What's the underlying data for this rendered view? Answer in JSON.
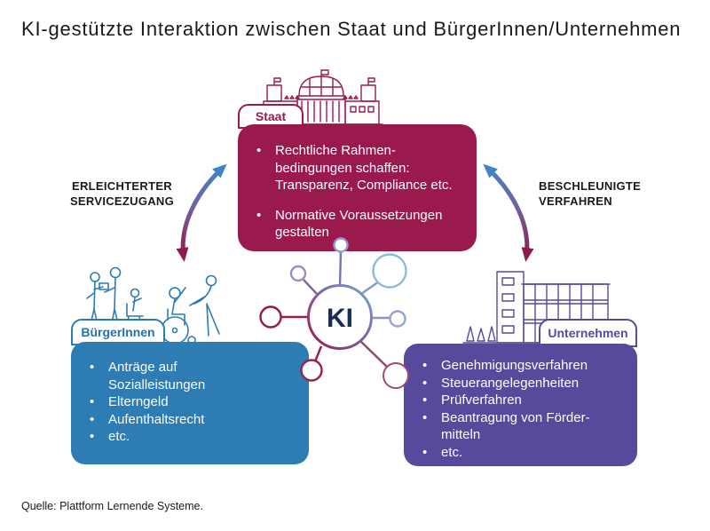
{
  "title": "KI-gestützte Interaktion zwischen Staat und BürgerInnen/Unternehmen",
  "source": "Quelle: Plattform Lernende Systeme.",
  "hub": {
    "label": "KI"
  },
  "arrows": {
    "left": {
      "label": "ERLEICHTERTER\nSERVICEZUGANG"
    },
    "right": {
      "label": "BESCHLEUNIGTE\nVERFAHREN"
    }
  },
  "boxes": {
    "staat": {
      "label": "Staat",
      "color": "#9a1a4e",
      "items": [
        "Rechtliche Rahmen-\nbedingungen schaffen:\nTransparenz, Compliance etc.",
        "Normative Voraussetzungen\ngestalten"
      ]
    },
    "buergerinnen": {
      "label": "BürgerInnen",
      "color": "#2d7cb3",
      "items": [
        "Anträge auf\nSozialleistungen",
        "Elterngeld",
        "Aufenthaltsrecht",
        "etc."
      ]
    },
    "unternehmen": {
      "label": "Unternehmen",
      "color": "#57499c",
      "items": [
        "Genehmigungsverfahren",
        "Steuerangelegenheiten",
        "Prüfverfahren",
        "Beantragung von Förder-\nmitteln",
        "etc."
      ]
    }
  },
  "icons": {
    "reichstag": "government-building-line-art",
    "citizens": "people-with-wheelchair-line-art",
    "office": "office-building-line-art",
    "hub_network": "ai-network-nodes"
  },
  "colors": {
    "maroon": "#9a1a4e",
    "blue": "#2d7cb3",
    "purple": "#57499c",
    "navy_ki": "#1d2b5a",
    "arrow_blue": "#3f85c6",
    "arrow_maroon": "#8e1a4a",
    "node_lightblue": "#8cbad8",
    "node_periwinkle": "#94a0d2"
  }
}
